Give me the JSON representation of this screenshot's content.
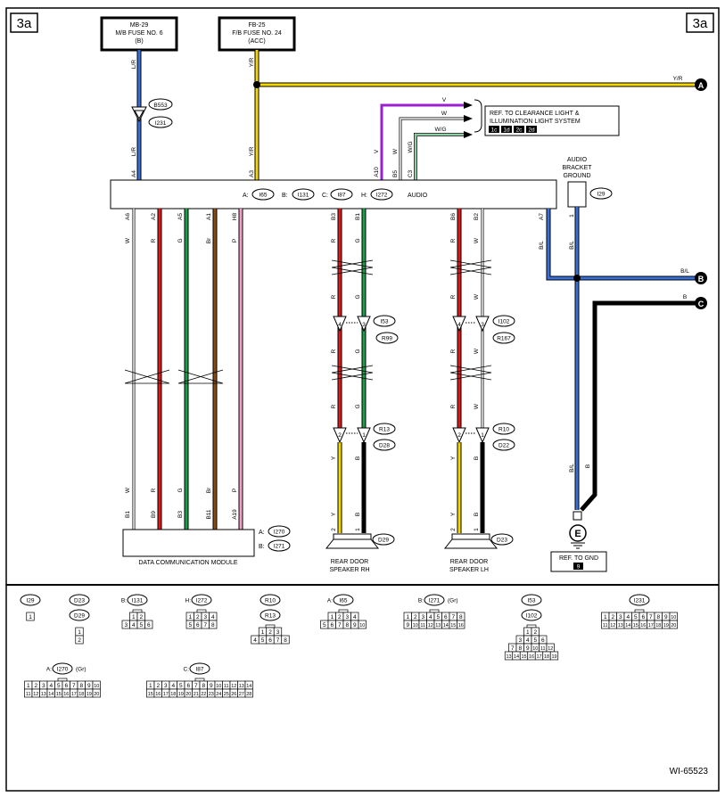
{
  "page_tag": "3a",
  "diagram_id": "WI-65523",
  "colors": {
    "blue": "#3a6fd8",
    "yellow": "#f5d800",
    "red": "#e01818",
    "green": "#1aa04a",
    "brown": "#8b4a10",
    "pink": "#f2a0c8",
    "purple": "#9b1fd0",
    "black": "#000000"
  },
  "fuses": {
    "mb": {
      "line1": "MB-29",
      "line2": "M/B FUSE NO. 6",
      "line3": "(B)"
    },
    "fb": {
      "line1": "FB-25",
      "line2": "F/B FUSE NO. 24",
      "line3": "(ACC)"
    }
  },
  "connector_refs": {
    "b553": "B553",
    "i231": "I231",
    "i53": "I53",
    "r99": "R99",
    "i102": "I102",
    "r167": "R167",
    "r13": "R13",
    "d28": "D28",
    "r10": "R10",
    "d22": "D22",
    "i29": "I29",
    "d29": "D29",
    "d23": "D23",
    "i270": "I270",
    "i271": "I271"
  },
  "wire_codes": {
    "lr": "L/R",
    "yr": "Y/R",
    "w": "W",
    "r": "R",
    "g": "G",
    "br": "Br",
    "p": "P",
    "v": "V",
    "wg": "W/G",
    "bl": "B/L",
    "b": "B",
    "y": "Y"
  },
  "pins": {
    "a4": "A4",
    "a3": "A3",
    "a10": "A10",
    "b5": "B5",
    "c3": "C3",
    "a6": "A6",
    "a2": "A2",
    "a5": "A5",
    "a1": "A1",
    "h8": "H8",
    "b3": "B3",
    "b1": "B1",
    "b6": "B6",
    "b2": "B2",
    "a7": "A7",
    "b9": "B9",
    "b11": "B11",
    "a19": "A19",
    "n1": "1",
    "n2": "2",
    "n3": "3",
    "n4": "4"
  },
  "audio_unit": {
    "label": "AUDIO",
    "conns": [
      {
        "letter": "A:",
        "ref": "I65"
      },
      {
        "letter": "B:",
        "ref": "I131"
      },
      {
        "letter": "C:",
        "ref": "I87"
      },
      {
        "letter": "H:",
        "ref": "I272"
      }
    ]
  },
  "clearance_ref": {
    "line1": "REF. TO CLEARANCE LIGHT &",
    "line2": "ILLUMINATION LIGHT SYSTEM",
    "badges": [
      "1c",
      "1d",
      "2c",
      "2d"
    ]
  },
  "ground_bracket": {
    "line1": "AUDIO",
    "line2": "BRACKET",
    "line3": "GROUND"
  },
  "ref_gnd": {
    "label": "REF. TO GND",
    "badge": "9",
    "symbol": "E"
  },
  "terminals": [
    "A",
    "B",
    "C"
  ],
  "dcm": {
    "label": "DATA COMMUNICATION MODULE",
    "conn_a": "A:",
    "conn_b": "B:"
  },
  "speakers": {
    "rh": {
      "line1": "REAR DOOR",
      "line2": "SPEAKER RH"
    },
    "lh": {
      "line1": "REAR DOOR",
      "line2": "SPEAKER LH"
    }
  },
  "connector_legend": [
    {
      "ref": "I29",
      "pins": [
        "1"
      ]
    },
    {
      "ref": "D23 / D29",
      "pins": [
        "1",
        "2"
      ]
    },
    {
      "prefix": "B:",
      "ref": "I131",
      "rows": [
        [
          "1",
          "2"
        ],
        [
          "3",
          "4",
          "5",
          "6"
        ]
      ]
    },
    {
      "prefix": "H:",
      "ref": "I272",
      "rows": [
        [
          "1",
          "2",
          "3",
          "4"
        ],
        [
          "5",
          "6",
          "7",
          "8"
        ]
      ]
    },
    {
      "ref": "R10 / R13",
      "rows": [
        [
          "1",
          "2",
          "3"
        ],
        [
          "4",
          "5",
          "6",
          "7",
          "8"
        ]
      ]
    },
    {
      "prefix": "A:",
      "ref": "I65",
      "rows": [
        [
          "1",
          "2",
          "3",
          "4"
        ],
        [
          "5",
          "6",
          "7",
          "8",
          "9",
          "10"
        ]
      ]
    },
    {
      "prefix": "B:",
      "ref": "I271",
      "suffix": "(Gr)",
      "rows": [
        [
          "1",
          "2",
          "3",
          "4",
          "5",
          "6",
          "7",
          "8"
        ],
        [
          "9",
          "10",
          "11",
          "12",
          "13",
          "14",
          "15",
          "16"
        ]
      ]
    },
    {
      "ref": "I53 / I102",
      "rows": [
        [
          "1",
          "2"
        ],
        [
          "3",
          "4",
          "5",
          "6"
        ],
        [
          "7",
          "8",
          "9",
          "10",
          "11",
          "12"
        ],
        [
          "13",
          "14",
          "15",
          "16",
          "17",
          "18",
          "19"
        ]
      ]
    },
    {
      "ref": "I231",
      "rows": [
        [
          "1",
          "2",
          "3",
          "4",
          "5",
          "6",
          "7",
          "8",
          "9",
          "10"
        ],
        [
          "11",
          "12",
          "13",
          "14",
          "15",
          "16",
          "17",
          "18",
          "19",
          "20"
        ]
      ]
    },
    {
      "prefix": "A:",
      "ref": "I270",
      "suffix": "(Gr)",
      "rows": [
        [
          "1",
          "2",
          "3",
          "4",
          "5",
          "6",
          "7",
          "8",
          "9",
          "10"
        ],
        [
          "11",
          "12",
          "13",
          "14",
          "15",
          "16",
          "17",
          "18",
          "19",
          "20"
        ]
      ]
    },
    {
      "prefix": "C:",
      "ref": "I87",
      "rows": [
        [
          "1",
          "2",
          "3",
          "4",
          "5",
          "6",
          "7",
          "8",
          "9",
          "10",
          "11",
          "12",
          "13",
          "14"
        ],
        [
          "15",
          "16",
          "17",
          "18",
          "19",
          "20",
          "21",
          "22",
          "23",
          "24",
          "25",
          "26",
          "27",
          "28"
        ]
      ]
    }
  ]
}
